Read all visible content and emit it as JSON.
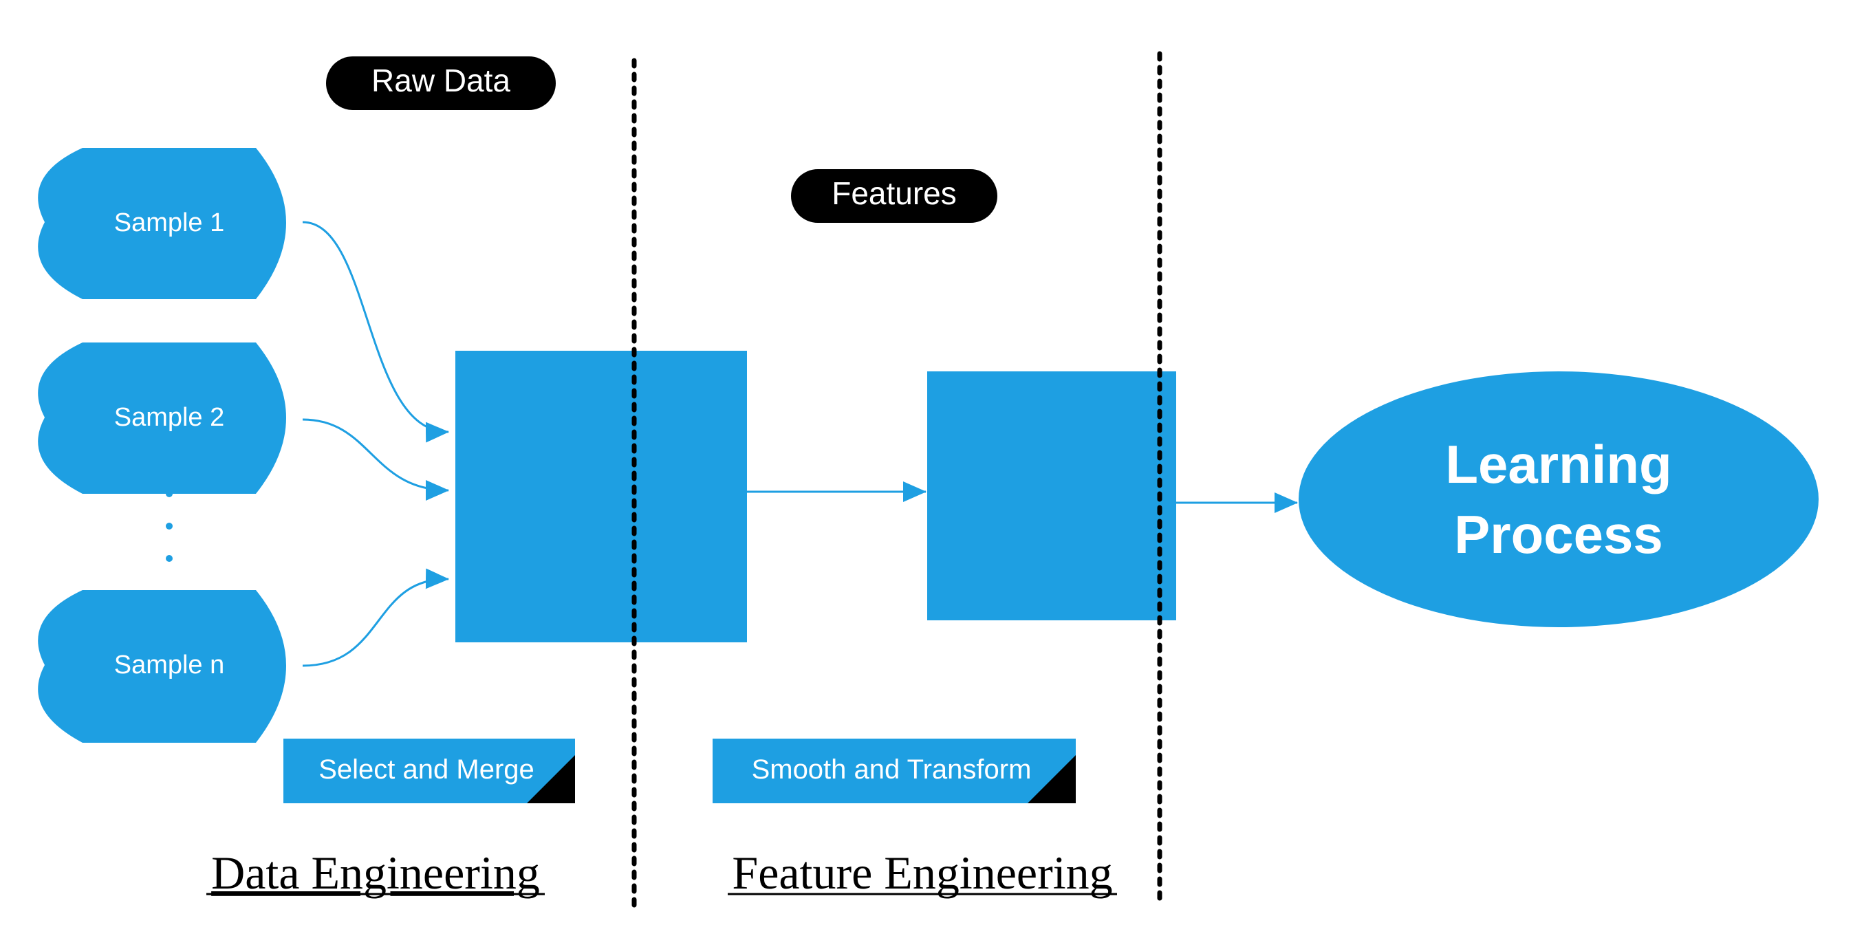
{
  "colors": {
    "primary": "#1e9fe2",
    "pill": "#000000",
    "text_light": "#ffffff",
    "divider": "#000000",
    "label_text": "#000000"
  },
  "pills": {
    "raw_data": "Raw Data",
    "features": "Features"
  },
  "samples": [
    {
      "label": "Sample 1"
    },
    {
      "label": "Sample 2"
    },
    {
      "label": "Sample n"
    }
  ],
  "ellipsis_dots": 3,
  "boxes": {
    "select_merge": "Select and Merge",
    "smooth_transform": "Smooth and Transform"
  },
  "learning": {
    "line1": "Learning",
    "line2": "Process"
  },
  "sections": {
    "data_engineering": "Data Engineering",
    "feature_engineering": "Feature Engineering"
  }
}
